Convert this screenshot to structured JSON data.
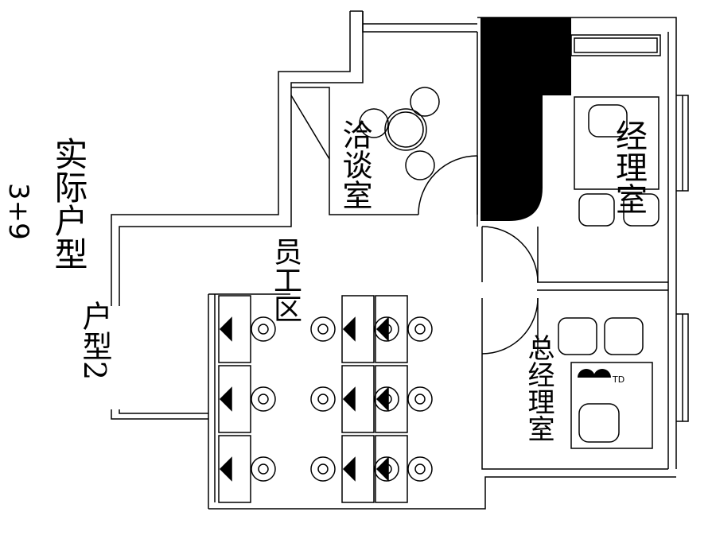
{
  "labels": {
    "negotiation_room": "洽谈室",
    "manager_office": "经理室",
    "staff_area": "员工区",
    "gm_office": "总经理室",
    "actual_unit_type": "实际户型",
    "unit_combo": "3+9",
    "unit_type": "户型2",
    "td": "TD"
  },
  "colors": {
    "line": "#000000",
    "fill": "#000000",
    "background": "#ffffff"
  }
}
